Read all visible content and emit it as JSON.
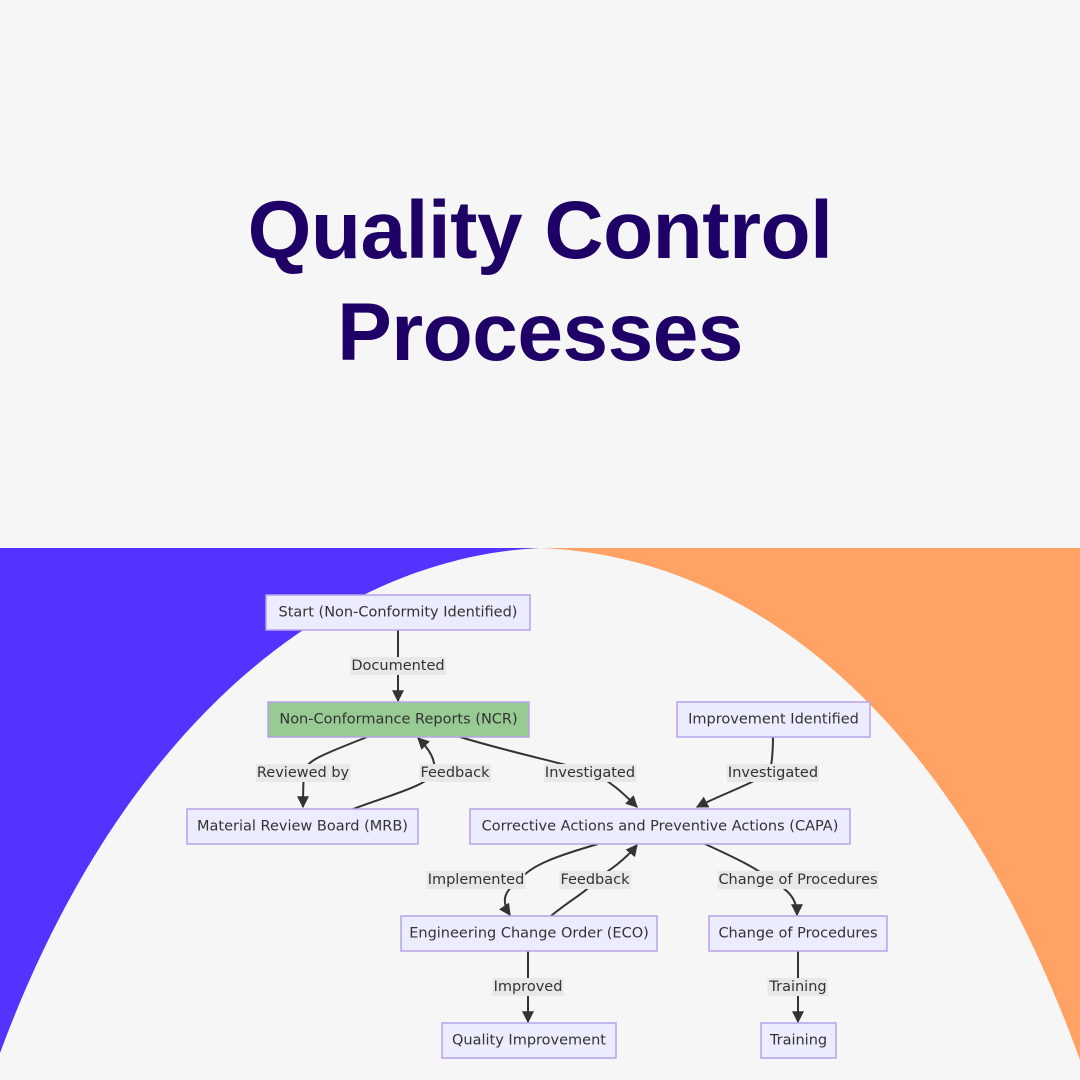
{
  "title": {
    "line1": "Quality Control",
    "line2": "Processes"
  },
  "colors": {
    "title": "#1e0066",
    "left_wedge": "#5233ff",
    "right_wedge": "#ffa264",
    "background": "#f6f6f6",
    "node_fill": "#ececff",
    "node_stroke": "#b7a2e8",
    "highlight_fill": "#98cb94",
    "edge": "#333333",
    "edge_label_bg": "#e8e8e8"
  },
  "diagram": {
    "nodes": [
      {
        "id": "start",
        "label": "Start (Non-Conformity Identified)"
      },
      {
        "id": "ncr",
        "label": "Non-Conformance Reports (NCR)",
        "highlight": true
      },
      {
        "id": "improve_id",
        "label": "Improvement Identified"
      },
      {
        "id": "mrb",
        "label": "Material Review Board (MRB)"
      },
      {
        "id": "capa",
        "label": "Corrective Actions and Preventive Actions (CAPA)"
      },
      {
        "id": "eco",
        "label": "Engineering Change Order (ECO)"
      },
      {
        "id": "cop",
        "label": "Change of Procedures"
      },
      {
        "id": "qi",
        "label": "Quality Improvement"
      },
      {
        "id": "training",
        "label": "Training"
      }
    ],
    "edges": [
      {
        "from": "start",
        "to": "ncr",
        "label": "Documented"
      },
      {
        "from": "ncr",
        "to": "mrb",
        "label": "Reviewed by"
      },
      {
        "from": "mrb",
        "to": "ncr",
        "label": "Feedback"
      },
      {
        "from": "ncr",
        "to": "capa",
        "label": "Investigated"
      },
      {
        "from": "improve_id",
        "to": "capa",
        "label": "Investigated"
      },
      {
        "from": "capa",
        "to": "eco",
        "label": "Implemented"
      },
      {
        "from": "eco",
        "to": "capa",
        "label": "Feedback"
      },
      {
        "from": "capa",
        "to": "cop",
        "label": "Change of Procedures"
      },
      {
        "from": "eco",
        "to": "qi",
        "label": "Improved"
      },
      {
        "from": "cop",
        "to": "training",
        "label": "Training"
      }
    ]
  }
}
